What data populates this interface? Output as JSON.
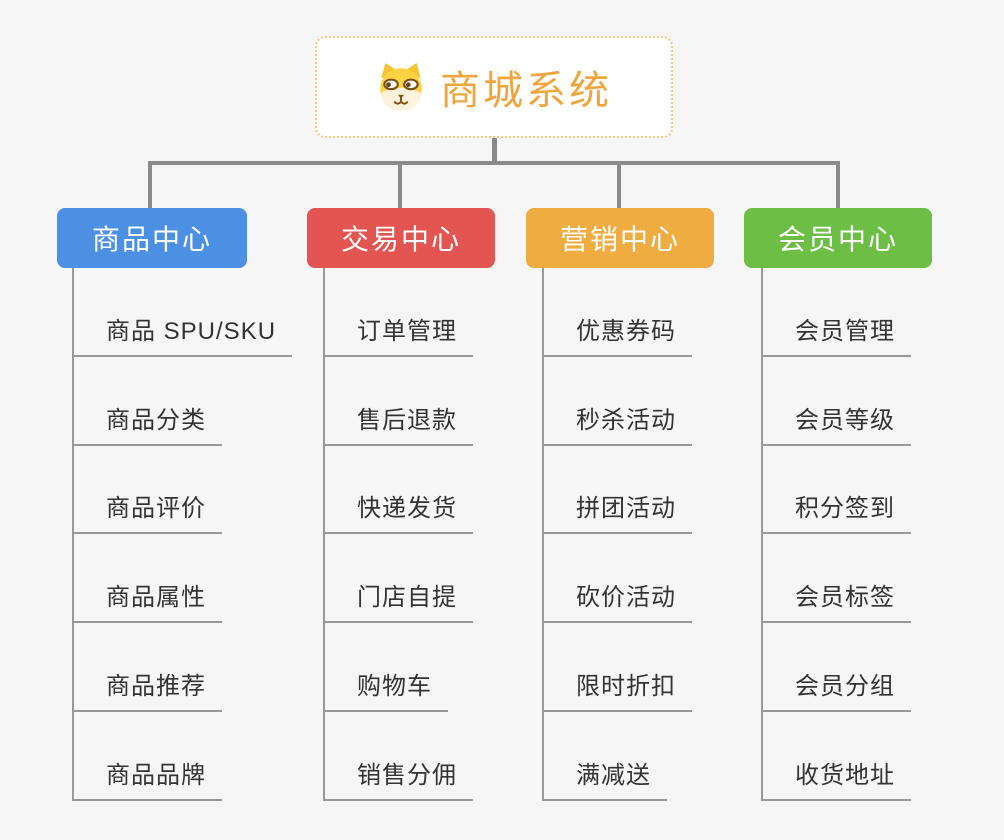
{
  "root": {
    "title": "商城系统",
    "icon": "dog-face-icon"
  },
  "branches": [
    {
      "label": "商品中心",
      "color": "#4B90E2",
      "children": [
        "商品 SPU/SKU",
        "商品分类",
        "商品评价",
        "商品属性",
        "商品推荐",
        "商品品牌"
      ]
    },
    {
      "label": "交易中心",
      "color": "#E25551",
      "children": [
        "订单管理",
        "售后退款",
        "快递发货",
        "门店自提",
        "购物车",
        "销售分佣"
      ]
    },
    {
      "label": "营销中心",
      "color": "#EFAD41",
      "children": [
        "优惠券码",
        "秒杀活动",
        "拼团活动",
        "砍价活动",
        "限时折扣",
        "满减送"
      ]
    },
    {
      "label": "会员中心",
      "color": "#6DBE45",
      "children": [
        "会员管理",
        "会员等级",
        "积分签到",
        "会员标签",
        "会员分组",
        "收货地址"
      ]
    }
  ],
  "colors": {
    "background": "#F6F6F6",
    "root_border": "#F3C87B",
    "root_title": "#F0A63E",
    "connector_line": "#8A8A8A",
    "leaf_line": "#999999",
    "leaf_text": "#333333",
    "branch_text": "#FFFFFF"
  }
}
